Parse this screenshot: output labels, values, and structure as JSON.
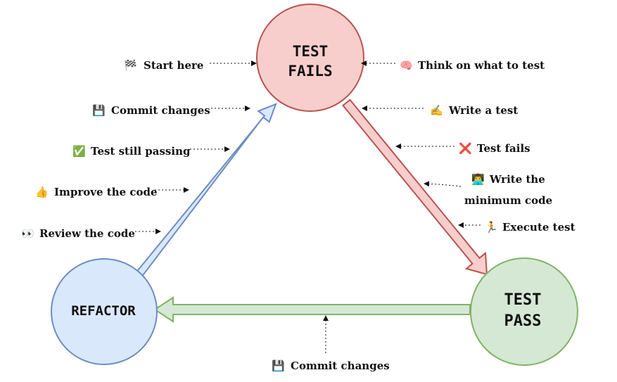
{
  "nodes": {
    "test_fails": {
      "line1": "TEST",
      "line2": "FAILS",
      "fill": "#f8cecc",
      "stroke": "#b85450"
    },
    "test_pass": {
      "line1": "TEST",
      "line2": "PASS",
      "fill": "#d5e8d4",
      "stroke": "#82b366"
    },
    "refactor": {
      "label": "REFACTOR",
      "fill": "#dae8fc",
      "stroke": "#6c8ebf"
    }
  },
  "left_steps": [
    {
      "icon": "🏁",
      "text": "Start here"
    },
    {
      "icon": "💾",
      "text": "Commit changes"
    },
    {
      "icon": "✅",
      "text": "Test still passing"
    },
    {
      "icon": "👍",
      "text": "Improve the code"
    },
    {
      "icon": "👀",
      "text": "Review the code"
    }
  ],
  "right_steps": [
    {
      "icon": "🧠",
      "text": "Think on what to test"
    },
    {
      "icon": "✍️",
      "text": "Write a test"
    },
    {
      "icon": "❌",
      "text": "Test fails"
    },
    {
      "icon": "👨‍💻",
      "text": "Write the",
      "text2": "minimum code"
    },
    {
      "icon": "🏃",
      "text": "Execute test"
    }
  ],
  "bottom_step": {
    "icon": "💾",
    "text": "Commit changes"
  }
}
